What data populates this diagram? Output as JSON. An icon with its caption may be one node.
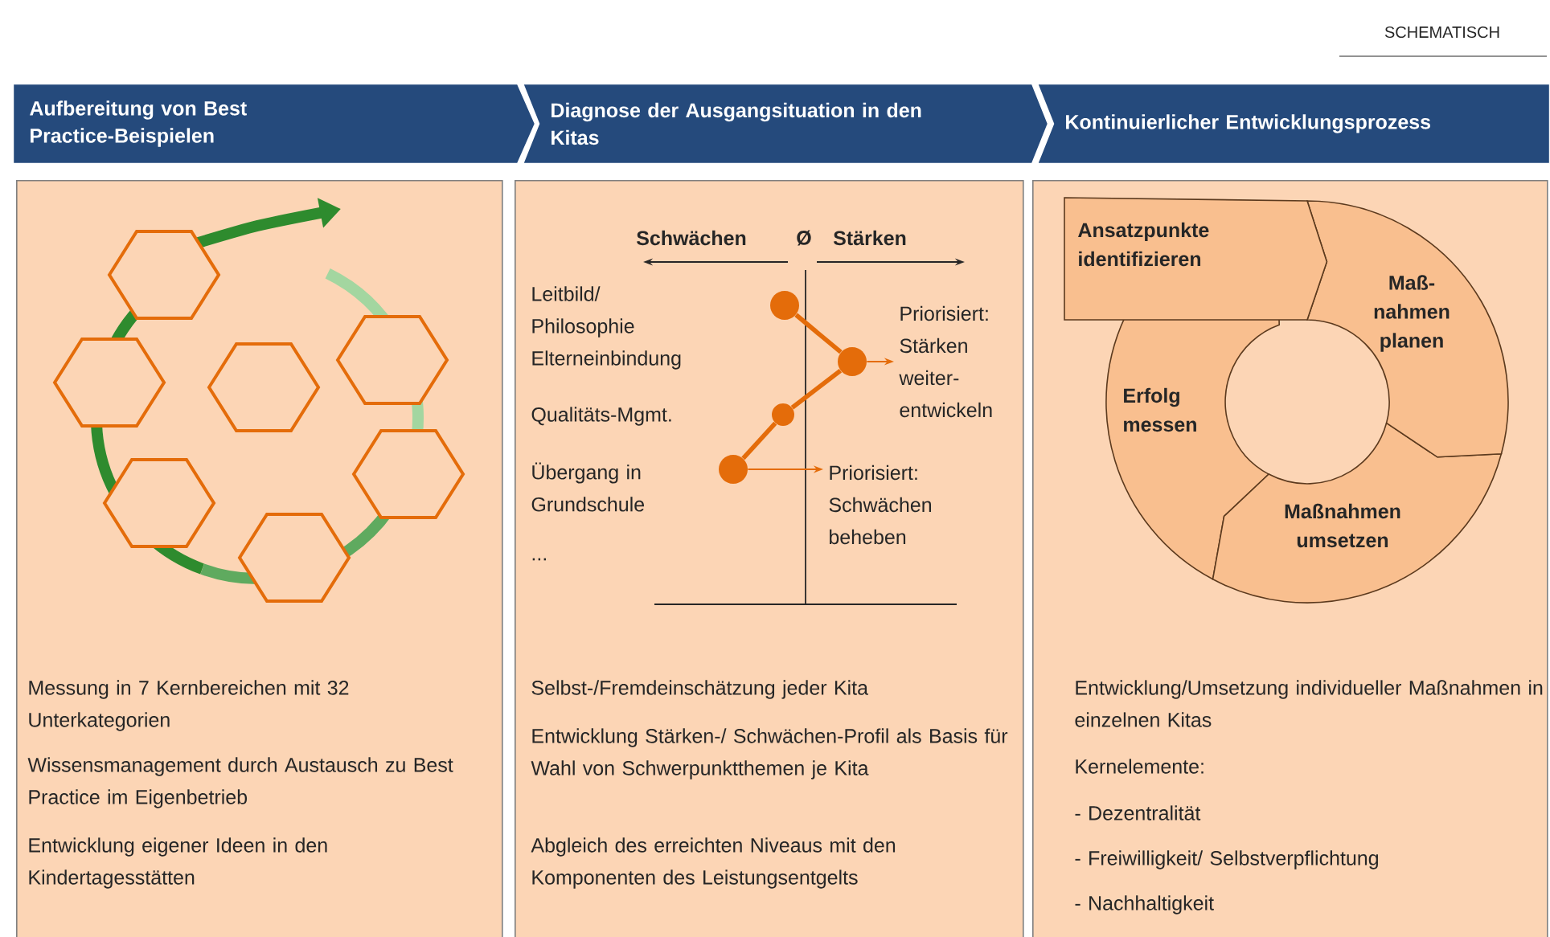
{
  "diagram": {
    "nodes": [
      {
        "text": [
          "Aufbereitung von Best Practice-Beispielen"
        ]
      },
      {
        "text": [
          "Diagnose der Ausgangsituation in den Kitas"
        ]
      },
      {
        "text": [
          "Kontinuierlicher Entwicklungsprozess"
        ]
      },
      {
        "text": [
          "Messung in 7 Kernbereichen mit 32 Unterkategorien",
          "Wissensmanagement durch Austausch zu Best Practice im Eigenbetrieb",
          "Entwicklung eigener Ideen in den Kindertagesstätten"
        ]
      },
      {
        "text": [
          "Selbst-/Fremdeinschätzung jeder Kita",
          "Entwicklung Stärken-/ Schwächen-Profil als Basis für Wahl von Schwerpunktthemen je Kita",
          "Abgleich des erreichten Niveaus mit den Komponenten des Leistungsentgelts"
        ]
      },
      {
        "text": [
          "Entwicklung/Umsetzung individueller Maßnahmen in einzelnen Kitas",
          "Kernelemente:",
          "- Dezentralität",
          "- Freiwilligkeit/ Selbstverpflichtung",
          "- Nachhaltigkeit"
        ]
      },
      {
        "text": [],
        "shape": "circle",
        "in": 4
      },
      {
        "text": [],
        "shape": "circle",
        "in": 4
      },
      {
        "text": [],
        "shape": "circle",
        "in": 4
      },
      {
        "text": [],
        "shape": "circle",
        "in": 4
      },
      {
        "text": [
          "Priorisiert: Stärken weiter- entwickeln"
        ],
        "in": 4
      },
      {
        "text": [
          "Priorisiert: Schwächen beheben"
        ],
        "in": 4
      },
      {
        "text": [
          "Ansatzpunkte identifizieren"
        ],
        "in": 5
      },
      {
        "text": [
          "Maß- nahmen planen"
        ],
        "in": 5
      },
      {
        "text": [
          "Maßnahmen umsetzen"
        ],
        "in": 5
      },
      {
        "text": [
          "Erfolg messen"
        ],
        "in": 5
      }
    ],
    "edges": [
      {
        "from": 6,
        "to": 7,
        "arrow": "none"
      },
      {
        "from": 7,
        "to": 8,
        "arrow": "none"
      },
      {
        "from": 8,
        "to": 9,
        "arrow": "none"
      },
      {
        "from": 7,
        "to": 10,
        "arrow": "to"
      },
      {
        "from": 9,
        "to": 11,
        "arrow": "to"
      }
    ],
    "labels": [
      "SCHEMATISCH",
      "Schwächen",
      "Ø",
      "Stärken",
      "Leitbild/ Philosophie",
      "Elterneinbindung",
      "Qualitäts-Mgmt.",
      "Übergang in Grundschule",
      "..."
    ]
  }
}
